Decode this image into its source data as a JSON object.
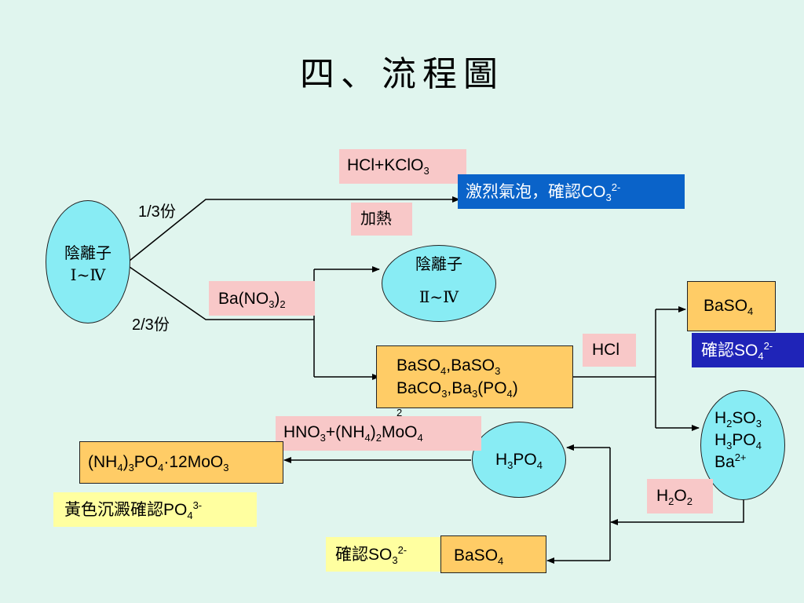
{
  "title": "四、流程圖",
  "nodes": {
    "anion_all": {
      "line1": "陰離子",
      "line2": "Ⅰ~Ⅳ"
    },
    "anion_2_4": {
      "line1": "陰離子",
      "line2": "Ⅱ~Ⅳ"
    },
    "precipitate": {
      "line1": [
        [
          "BaSO",
          ""
        ],
        [
          "4",
          "sub"
        ],
        [
          ",BaSO",
          ""
        ],
        [
          "3",
          "sub"
        ]
      ],
      "line2": [
        [
          "BaCO",
          ""
        ],
        [
          "3",
          "sub"
        ],
        [
          ",Ba",
          ""
        ],
        [
          "3",
          "sub"
        ],
        [
          "(PO",
          ""
        ],
        [
          "4",
          "sub"
        ],
        [
          ")",
          ""
        ]
      ],
      "overflow": "2"
    },
    "baso4_top": [
      [
        "BaSO",
        ""
      ],
      [
        "4",
        "sub"
      ]
    ],
    "solution": {
      "line1": [
        [
          "H",
          ""
        ],
        [
          "2",
          "sub"
        ],
        [
          "SO",
          ""
        ],
        [
          "3",
          "sub"
        ]
      ],
      "line2": [
        [
          "H",
          ""
        ],
        [
          "3",
          "sub"
        ],
        [
          "PO",
          ""
        ],
        [
          "4",
          "sub"
        ]
      ],
      "line3": [
        [
          "Ba",
          ""
        ],
        [
          "2+",
          "sup"
        ]
      ]
    },
    "h3po4": [
      [
        "H",
        ""
      ],
      [
        "3",
        "sub"
      ],
      [
        "PO",
        ""
      ],
      [
        "4",
        "sub"
      ]
    ],
    "product_yellow": [
      [
        "(NH",
        ""
      ],
      [
        "4",
        "sub"
      ],
      [
        ")",
        ""
      ],
      [
        "3",
        "sub"
      ],
      [
        "PO",
        ""
      ],
      [
        "4",
        "sub"
      ],
      [
        "·12MoO",
        ""
      ],
      [
        "3",
        "sub"
      ]
    ],
    "baso4_bottom": [
      [
        "BaSO",
        ""
      ],
      [
        "4",
        "sub"
      ]
    ]
  },
  "labels": {
    "hcl_kclo3": [
      [
        "HCl+KClO",
        ""
      ],
      [
        "3",
        "sub"
      ]
    ],
    "heat": "加熱",
    "confirm_co3": [
      [
        "激烈氣泡，確認",
        "cn"
      ],
      [
        "CO",
        ""
      ],
      [
        "3",
        "sub"
      ],
      [
        "2-",
        "sup"
      ]
    ],
    "fraction_1_3": [
      [
        "1/3",
        ""
      ],
      [
        "份",
        "cn"
      ]
    ],
    "fraction_2_3": [
      [
        "2/3",
        ""
      ],
      [
        "份",
        "cn"
      ]
    ],
    "ba_no3_2": [
      [
        "Ba(NO",
        ""
      ],
      [
        "3",
        "sub"
      ],
      [
        ")",
        ""
      ],
      [
        "2",
        "sub"
      ]
    ],
    "hcl": "HCl",
    "confirm_so4": [
      [
        "確認",
        "cn"
      ],
      [
        "SO",
        ""
      ],
      [
        "4",
        "sub"
      ],
      [
        "2-",
        "sup"
      ]
    ],
    "hno3_molybdate": [
      [
        "HNO",
        ""
      ],
      [
        "3",
        "sub"
      ],
      [
        "+(NH",
        ""
      ],
      [
        "4",
        "sub"
      ],
      [
        ")",
        ""
      ],
      [
        "2",
        "sub"
      ],
      [
        "MoO",
        ""
      ],
      [
        "4",
        "sub"
      ]
    ],
    "h2o2": [
      [
        "H",
        ""
      ],
      [
        "2",
        "sub"
      ],
      [
        "O",
        ""
      ],
      [
        "2",
        "sub"
      ]
    ],
    "confirm_po4": [
      [
        "黃色沉澱確認",
        "cn"
      ],
      [
        "PO",
        ""
      ],
      [
        "4",
        "sub"
      ],
      [
        "3-",
        "sup"
      ]
    ],
    "confirm_so3": [
      [
        "確認",
        "cn"
      ],
      [
        "SO",
        ""
      ],
      [
        "3",
        "sub"
      ],
      [
        "2-",
        "sup"
      ]
    ]
  },
  "colors": {
    "background": "#e0f5ee",
    "ellipse": "#88ecf4",
    "reagent_label": "#f8c8c8",
    "result_blue": "#0a63c9",
    "result_navy": "#1f24b8",
    "result_yellow": "#ffffa0",
    "precipitate_box": "#ffcc66"
  }
}
